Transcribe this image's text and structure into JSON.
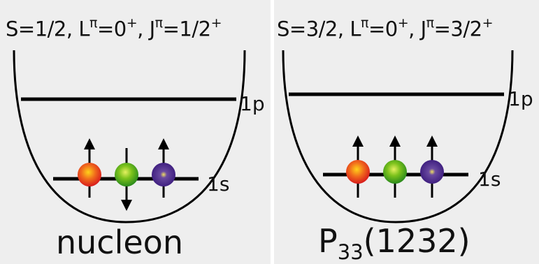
{
  "left": {
    "header": {
      "S": "S=1/2,",
      "L": "L",
      "L_sup": "π",
      "L_val": "=0",
      "L_parity": "+",
      "J": "J",
      "J_sup": "π",
      "J_val": "=1/2",
      "J_parity": "+"
    },
    "level_1p": "1p",
    "level_1s": "1s",
    "caption": "nucleon",
    "quarks": [
      {
        "color": "red",
        "spin": "up"
      },
      {
        "color": "green",
        "spin": "down"
      },
      {
        "color": "blue",
        "spin": "up"
      }
    ]
  },
  "right": {
    "header": {
      "S": "S=3/2,",
      "L": "L",
      "L_sup": "π",
      "L_val": "=0",
      "L_parity": "+",
      "J": "J",
      "J_sup": "π",
      "J_val": "=3/2",
      "J_parity": "+"
    },
    "level_1p": "1p",
    "level_1s": "1s",
    "caption_main": "P",
    "caption_sub": "33",
    "caption_rest": "(1232)",
    "quarks": [
      {
        "color": "red",
        "spin": "up"
      },
      {
        "color": "green",
        "spin": "up"
      },
      {
        "color": "blue",
        "spin": "up"
      }
    ]
  },
  "colors": {
    "red": "#e8401c",
    "green": "#4aa51c",
    "blue": "#4a2a8c",
    "line": "#000000",
    "background": "#eeeeee"
  }
}
